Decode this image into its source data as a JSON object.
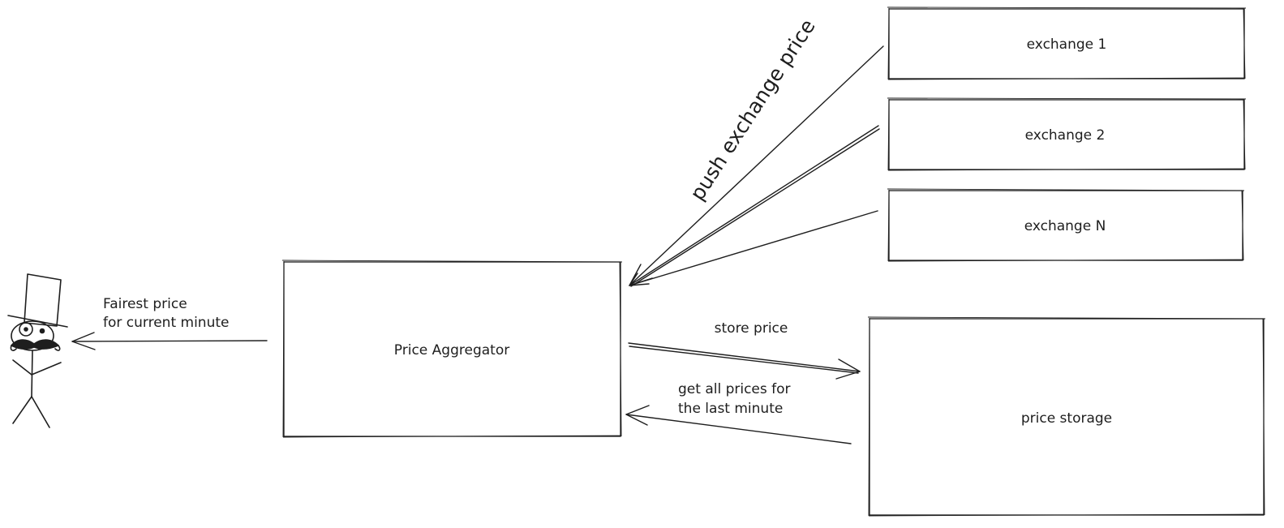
{
  "nodes": {
    "exchange_1": "exchange 1",
    "exchange_2": "exchange 2",
    "exchange_n": "exchange N",
    "aggregator": "Price Aggregator",
    "storage": "price storage"
  },
  "edges": {
    "push": "push exchange price",
    "store": "store price",
    "get_line1": "get all prices for",
    "get_line2": "the last minute",
    "fair_line1": "Fairest price",
    "fair_line2": "for current minute"
  },
  "actor": {
    "icon": "gentleman-stick-figure-icon"
  }
}
